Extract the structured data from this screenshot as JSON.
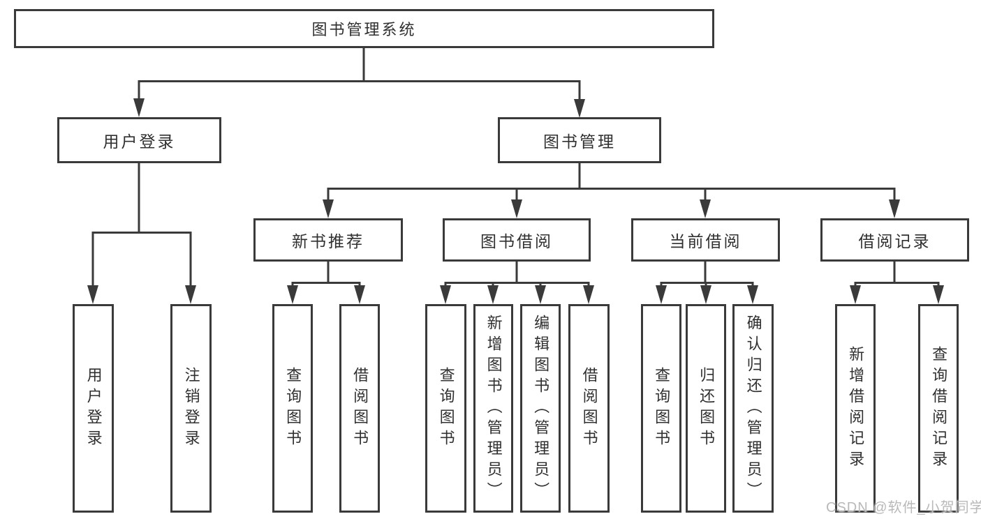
{
  "tree": {
    "label": "图书管理系统",
    "children": [
      {
        "label": "用户登录",
        "children": [
          {
            "label": "用户登录"
          },
          {
            "label": "注销登录"
          }
        ]
      },
      {
        "label": "图书管理",
        "children": [
          {
            "label": "新书推荐",
            "children": [
              {
                "label": "查询图书"
              },
              {
                "label": "借阅图书"
              }
            ]
          },
          {
            "label": "图书借阅",
            "children": [
              {
                "label": "查询图书"
              },
              {
                "label": "新增图书（管理员）"
              },
              {
                "label": "编辑图书（管理员）"
              },
              {
                "label": "借阅图书"
              }
            ]
          },
          {
            "label": "当前借阅",
            "children": [
              {
                "label": "查询图书"
              },
              {
                "label": "归还图书"
              },
              {
                "label": "确认归还（管理员）"
              }
            ]
          },
          {
            "label": "借阅记录",
            "children": [
              {
                "label": "新增借阅记录"
              },
              {
                "label": "查询借阅记录"
              }
            ]
          }
        ]
      }
    ]
  },
  "colors": {
    "line": "#3a3a3a",
    "text": "#303030",
    "watermark": "#b9b9b9"
  },
  "watermark": "CSDN @软件_小贺同学"
}
